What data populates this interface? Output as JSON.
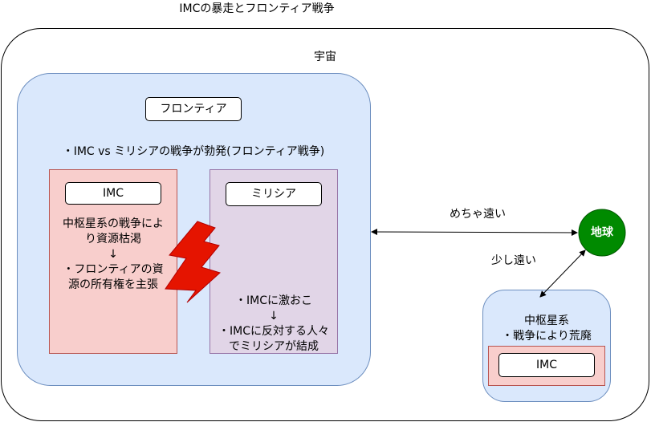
{
  "title": "IMCの暴走とフロンティア戦争",
  "space": {
    "label": "宇宙"
  },
  "frontier": {
    "label": "フロンティア",
    "war_note": "・IMC vs ミリシアの戦争が勃発(フロンティア戦争)"
  },
  "imc_box": {
    "label": "IMC",
    "line1": "中枢星系の戦争によ",
    "line2": "り資源枯渇",
    "arrow": "↓",
    "line3": "・フロンティアの資",
    "line4": "源の所有権を主張"
  },
  "militia_box": {
    "label": "ミリシア",
    "line1": "・IMCに激おこ",
    "arrow": "↓",
    "line2": "・IMCに反対する人々",
    "line3": "でミリシアが結成"
  },
  "earth": {
    "label": "地球"
  },
  "core": {
    "title": "中枢星系",
    "subtitle": "・戦争により荒廃",
    "imc_label": "IMC"
  },
  "connections": {
    "far_label": "めちゃ遠い",
    "near_label": "少し遠い"
  },
  "colors": {
    "frontier_fill": "#dae8fc",
    "frontier_stroke": "#6c8ebf",
    "imc_fill": "#f8cecc",
    "imc_stroke": "#b85450",
    "militia_fill": "#e1d5e7",
    "militia_stroke": "#9673a6",
    "earth_fill": "#008a00",
    "earth_stroke": "#005700",
    "lightning_fill": "#e51400",
    "lightning_stroke": "#b20000"
  }
}
